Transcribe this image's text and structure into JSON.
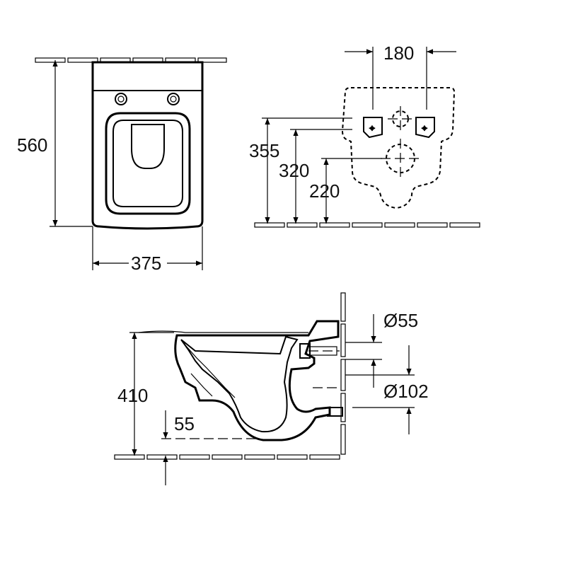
{
  "top_view": {
    "height_label": "560",
    "width_label": "375"
  },
  "rear_view": {
    "spacing_label": "180",
    "height_355_label": "355",
    "height_320_label": "320",
    "height_220_label": "220"
  },
  "side_view": {
    "height_label": "410",
    "offset_label": "55",
    "inlet_label": "Ø55",
    "outlet_label": "Ø102"
  }
}
